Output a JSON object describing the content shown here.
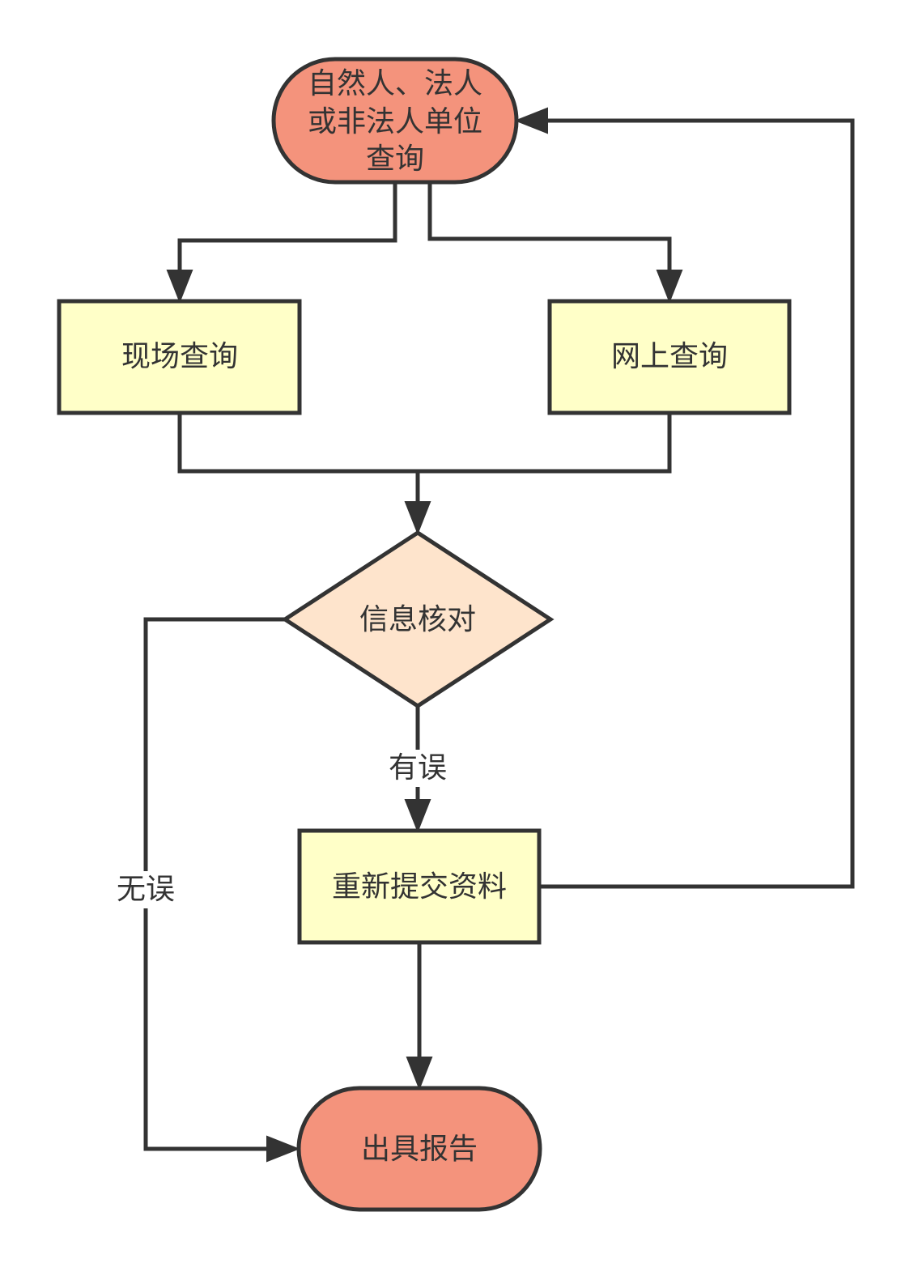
{
  "colors": {
    "terminal_fill": "#f4937c",
    "process_fill": "#ffffc8",
    "decision_fill": "#fee4cc",
    "stroke": "#333333",
    "text": "#333333"
  },
  "nodes": {
    "start": {
      "shape": "terminal",
      "lines": [
        "自然人、法人",
        "或非法人单位",
        "查询"
      ]
    },
    "onsite": {
      "shape": "process",
      "label": "现场查询"
    },
    "online": {
      "shape": "process",
      "label": "网上查询"
    },
    "verify": {
      "shape": "decision",
      "label": "信息核对"
    },
    "resubmit": {
      "shape": "process",
      "label": "重新提交资料"
    },
    "report": {
      "shape": "terminal",
      "label": "出具报告"
    }
  },
  "edges": {
    "has_error": {
      "from": "verify",
      "to": "resubmit",
      "label": "有误"
    },
    "no_error": {
      "from": "verify",
      "to": "report",
      "label": "无误"
    },
    "start_to_onsite": {
      "from": "start",
      "to": "onsite"
    },
    "start_to_online": {
      "from": "start",
      "to": "online"
    },
    "onsite_to_verify": {
      "from": "onsite",
      "to": "verify"
    },
    "online_to_verify": {
      "from": "online",
      "to": "verify"
    },
    "resubmit_to_report": {
      "from": "resubmit",
      "to": "report"
    },
    "resubmit_to_start": {
      "from": "resubmit",
      "to": "start"
    }
  }
}
